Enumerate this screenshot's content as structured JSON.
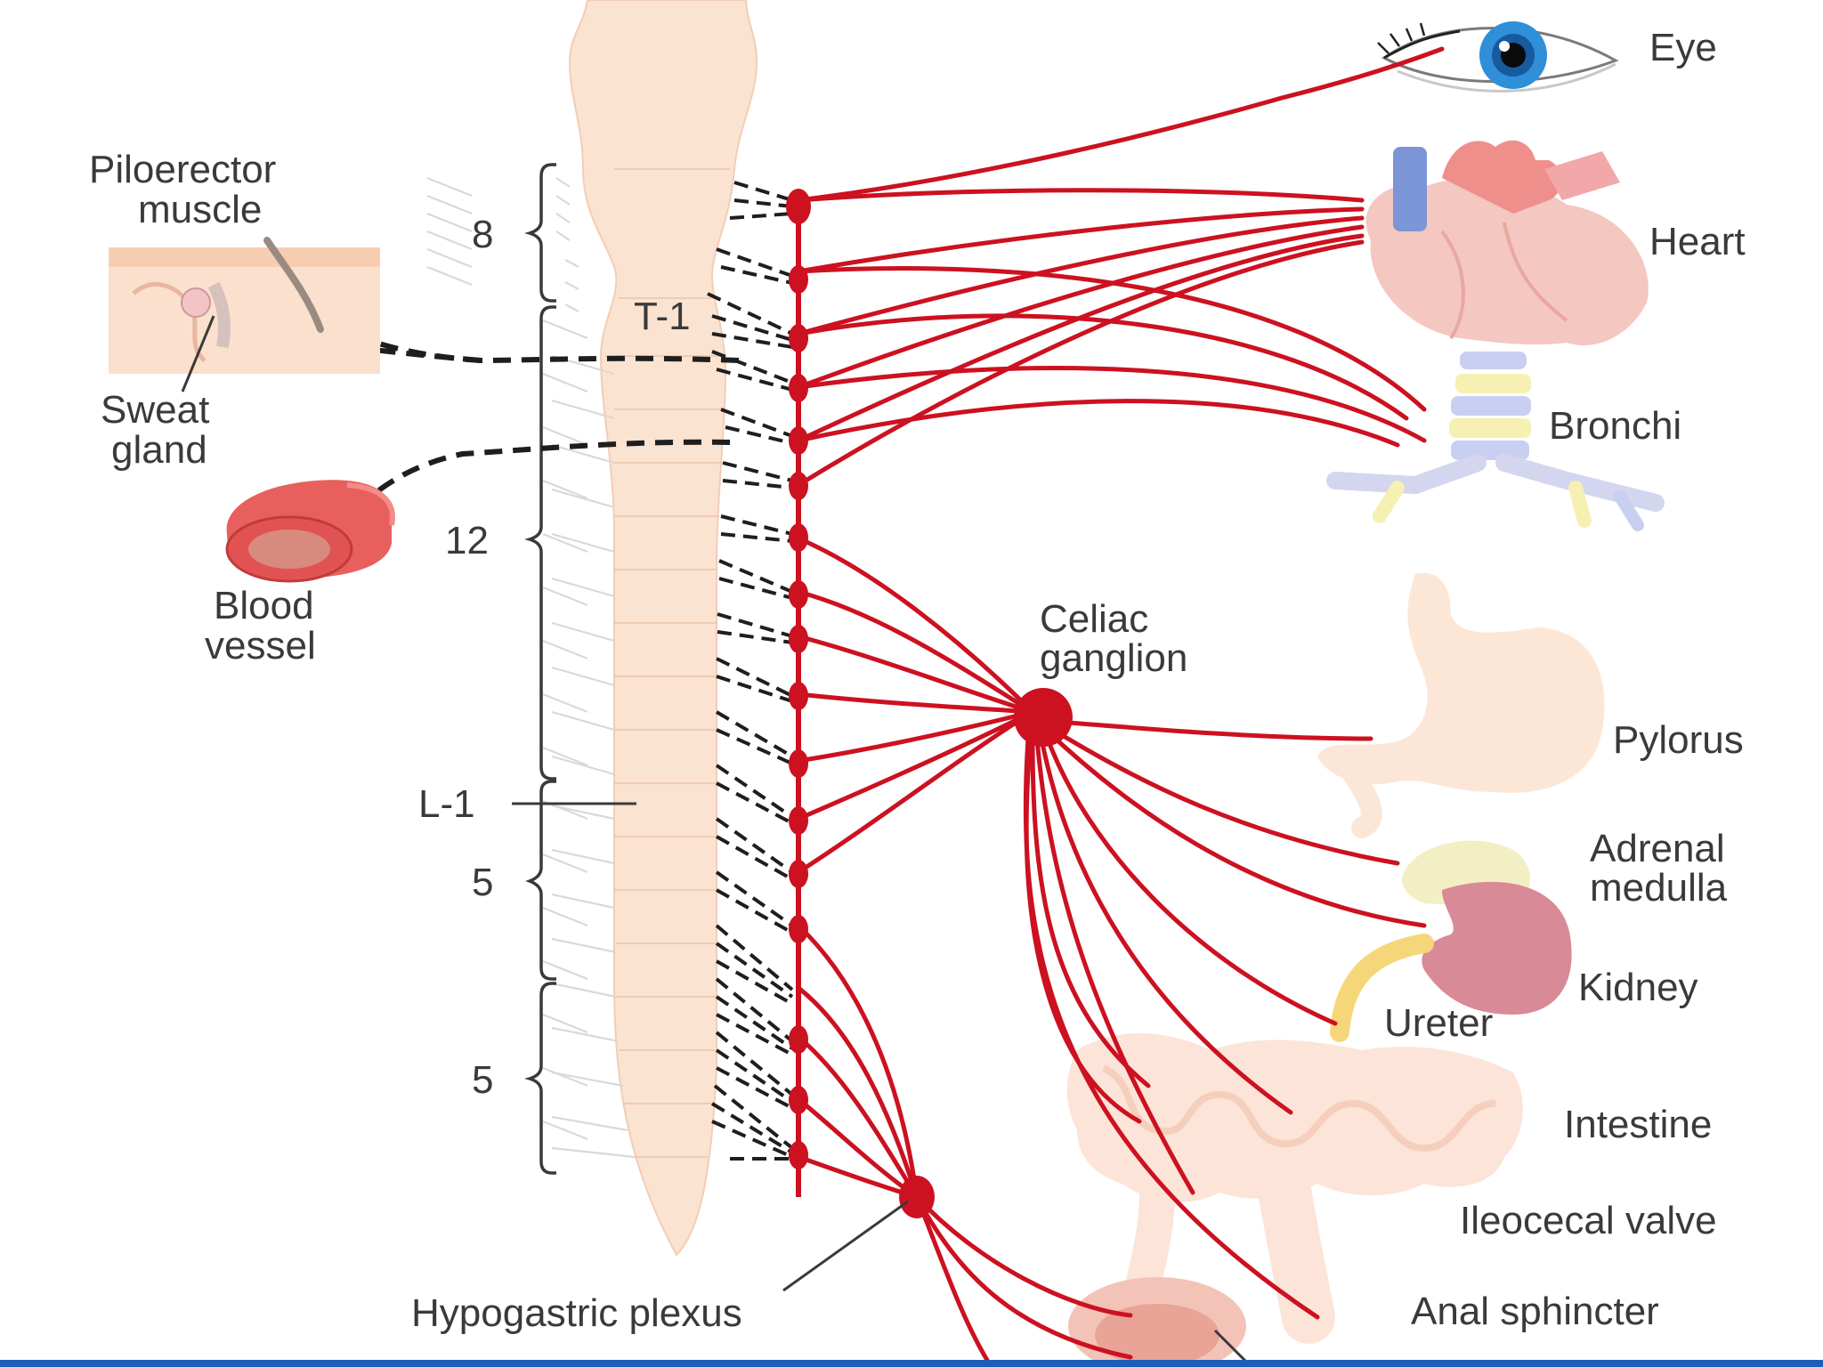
{
  "segments": {
    "cervical": "8",
    "thoracic_start": "T-1",
    "thoracic": "12",
    "lumbar_start": "L-1",
    "lumbar": "5",
    "sacral": "5"
  },
  "left_targets": {
    "piloerector_line1": "Piloerector",
    "piloerector_line2": "muscle",
    "sweat_line1": "Sweat",
    "sweat_line2": "gland",
    "blood_line1": "Blood",
    "blood_line2": "vessel"
  },
  "ganglia": {
    "celiac_line1": "Celiac",
    "celiac_line2": "ganglion",
    "hypogastric": "Hypogastric plexus"
  },
  "organs": {
    "eye": "Eye",
    "heart": "Heart",
    "bronchi": "Bronchi",
    "pylorus": "Pylorus",
    "adrenal_line1": "Adrenal",
    "adrenal_line2": "medulla",
    "kidney": "Kidney",
    "ureter": "Ureter",
    "intestine": "Intestine",
    "ileocecal": "Ileocecal valve",
    "anal": "Anal sphincter"
  },
  "colors": {
    "nerve": "#cc1120",
    "spinal_cord": "#fbe3d2",
    "accent_bar": "#1b5fb8"
  }
}
